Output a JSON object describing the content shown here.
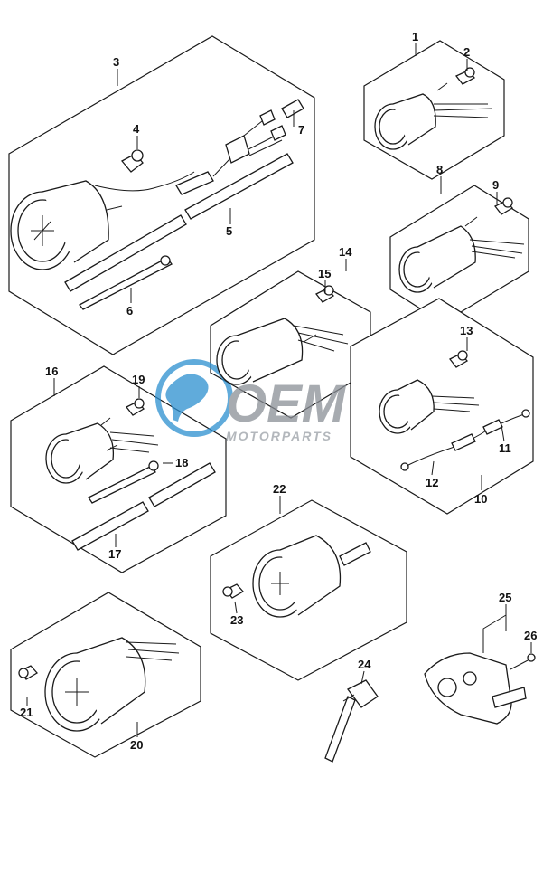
{
  "callouts": [
    "1",
    "2",
    "3",
    "4",
    "5",
    "6",
    "7",
    "8",
    "9",
    "10",
    "11",
    "12",
    "13",
    "14",
    "15",
    "16",
    "17",
    "18",
    "19",
    "20",
    "21",
    "22",
    "23",
    "24",
    "25",
    "26"
  ],
  "watermark": {
    "brand": "OEM",
    "tagline": "MOTORPARTS",
    "colors": {
      "brand": "#8a8f96",
      "globe": "#2b8fd0"
    }
  }
}
